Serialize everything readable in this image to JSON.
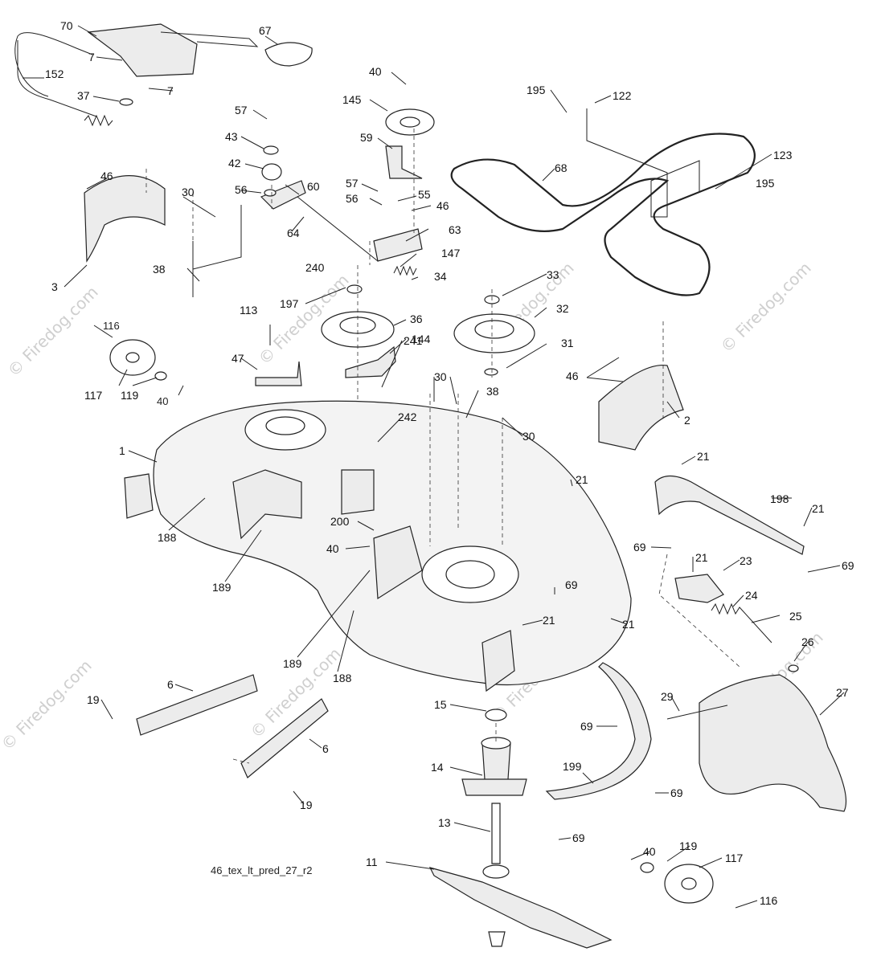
{
  "diagram": {
    "reference_code": "46_tex_lt_pred_27_r2",
    "watermarks": [
      "© Firedog.com"
    ],
    "callouts": [
      {
        "id": "c1",
        "text": "70"
      },
      {
        "id": "c2",
        "text": "67"
      },
      {
        "id": "c3",
        "text": "7"
      },
      {
        "id": "c4",
        "text": "152"
      },
      {
        "id": "c5",
        "text": "7"
      },
      {
        "id": "c6",
        "text": "37"
      },
      {
        "id": "c7",
        "text": "40"
      },
      {
        "id": "c8",
        "text": "145"
      },
      {
        "id": "c9",
        "text": "195"
      },
      {
        "id": "c10",
        "text": "122"
      },
      {
        "id": "c11",
        "text": "57"
      },
      {
        "id": "c12",
        "text": "43"
      },
      {
        "id": "c13",
        "text": "59"
      },
      {
        "id": "c14",
        "text": "42"
      },
      {
        "id": "c15",
        "text": "68"
      },
      {
        "id": "c16",
        "text": "123"
      },
      {
        "id": "c17",
        "text": "46"
      },
      {
        "id": "c18",
        "text": "30"
      },
      {
        "id": "c19",
        "text": "56"
      },
      {
        "id": "c20",
        "text": "60"
      },
      {
        "id": "c21",
        "text": "57"
      },
      {
        "id": "c22",
        "text": "55"
      },
      {
        "id": "c23",
        "text": "195"
      },
      {
        "id": "c24",
        "text": "56"
      },
      {
        "id": "c25",
        "text": "46"
      },
      {
        "id": "c26",
        "text": "64"
      },
      {
        "id": "c27",
        "text": "63"
      },
      {
        "id": "c28",
        "text": "147"
      },
      {
        "id": "c29",
        "text": "240"
      },
      {
        "id": "c30",
        "text": "38"
      },
      {
        "id": "c31",
        "text": "3"
      },
      {
        "id": "c32",
        "text": "34"
      },
      {
        "id": "c33",
        "text": "33"
      },
      {
        "id": "c34",
        "text": "197"
      },
      {
        "id": "c35",
        "text": "32"
      },
      {
        "id": "c36",
        "text": "113"
      },
      {
        "id": "c37",
        "text": "116"
      },
      {
        "id": "c38",
        "text": "36"
      },
      {
        "id": "c39",
        "text": "144"
      },
      {
        "id": "c40",
        "text": "31"
      },
      {
        "id": "c41",
        "text": "47"
      },
      {
        "id": "c42",
        "text": "241"
      },
      {
        "id": "c43",
        "text": "46"
      },
      {
        "id": "c44",
        "text": "117"
      },
      {
        "id": "c45",
        "text": "119"
      },
      {
        "id": "c46",
        "text": "40"
      },
      {
        "id": "c47",
        "text": "30"
      },
      {
        "id": "c48",
        "text": "38"
      },
      {
        "id": "c49",
        "text": "242"
      },
      {
        "id": "c50",
        "text": "30"
      },
      {
        "id": "c51",
        "text": "2"
      },
      {
        "id": "c52",
        "text": "1"
      },
      {
        "id": "c53",
        "text": "21"
      },
      {
        "id": "c54",
        "text": "21"
      },
      {
        "id": "c55",
        "text": "198"
      },
      {
        "id": "c56",
        "text": "21"
      },
      {
        "id": "c57",
        "text": "200"
      },
      {
        "id": "c58",
        "text": "69"
      },
      {
        "id": "c59",
        "text": "40"
      },
      {
        "id": "c60",
        "text": "188"
      },
      {
        "id": "c61",
        "text": "21"
      },
      {
        "id": "c62",
        "text": "23"
      },
      {
        "id": "c63",
        "text": "69"
      },
      {
        "id": "c64",
        "text": "189"
      },
      {
        "id": "c65",
        "text": "69"
      },
      {
        "id": "c66",
        "text": "24"
      },
      {
        "id": "c67",
        "text": "25"
      },
      {
        "id": "c68",
        "text": "21"
      },
      {
        "id": "c69",
        "text": "21"
      },
      {
        "id": "c70",
        "text": "189"
      },
      {
        "id": "c71",
        "text": "26"
      },
      {
        "id": "c72",
        "text": "188"
      },
      {
        "id": "c73",
        "text": "6"
      },
      {
        "id": "c74",
        "text": "15"
      },
      {
        "id": "c75",
        "text": "29"
      },
      {
        "id": "c76",
        "text": "27"
      },
      {
        "id": "c77",
        "text": "19"
      },
      {
        "id": "c78",
        "text": "69"
      },
      {
        "id": "c79",
        "text": "6"
      },
      {
        "id": "c80",
        "text": "14"
      },
      {
        "id": "c81",
        "text": "199"
      },
      {
        "id": "c82",
        "text": "69"
      },
      {
        "id": "c83",
        "text": "19"
      },
      {
        "id": "c84",
        "text": "13"
      },
      {
        "id": "c85",
        "text": "69"
      },
      {
        "id": "c86",
        "text": "40"
      },
      {
        "id": "c87",
        "text": "119"
      },
      {
        "id": "c88",
        "text": "11"
      },
      {
        "id": "c89",
        "text": "117"
      },
      {
        "id": "c90",
        "text": "116"
      }
    ]
  }
}
